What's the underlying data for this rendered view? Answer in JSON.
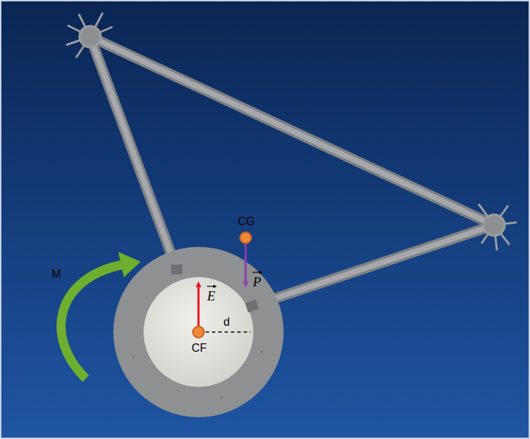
{
  "diagram": {
    "labels": [
      "M",
      "E",
      "P",
      "CG",
      "CF",
      "d"
    ]
  }
}
